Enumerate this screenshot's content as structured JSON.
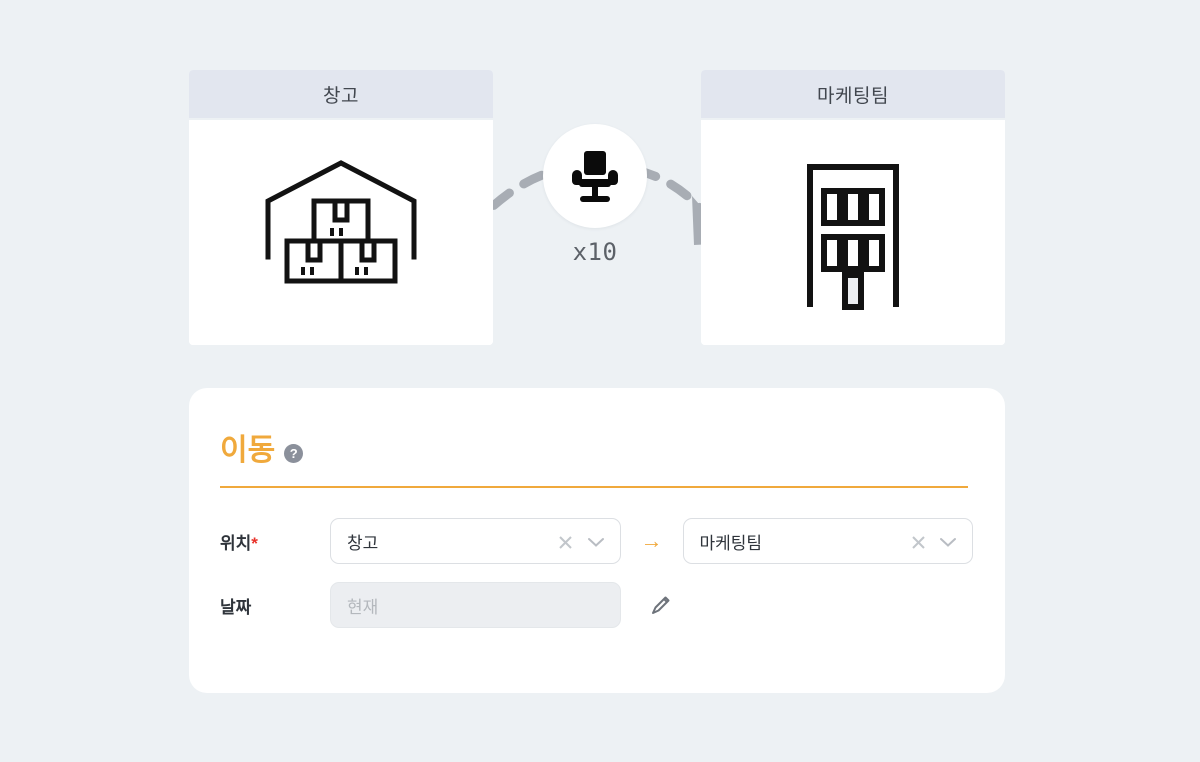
{
  "transfer": {
    "source": {
      "title": "창고",
      "icon": "warehouse-icon"
    },
    "destination": {
      "title": "마케팅팀",
      "icon": "office-building-icon"
    },
    "item": {
      "icon": "office-chair-icon",
      "quantity_label": "x10"
    },
    "flow_arrow": "dashed-curved-arrow"
  },
  "form": {
    "title": "이동",
    "help_icon": "help-circle-icon",
    "fields": {
      "location": {
        "label": "위치",
        "required_marker": "*",
        "from": {
          "value": "창고",
          "clear_icon": "close-icon",
          "caret_icon": "chevron-down-icon"
        },
        "arrow": "→",
        "to": {
          "value": "마케팅팀",
          "clear_icon": "close-icon",
          "caret_icon": "chevron-down-icon"
        }
      },
      "date": {
        "label": "날짜",
        "value": "",
        "placeholder": "현재",
        "edit_icon": "pencil-icon"
      }
    }
  },
  "colors": {
    "background": "#edf1f4",
    "card_header": "#e2e6ef",
    "accent_orange": "#f0a93c",
    "required_red": "#e8322a",
    "arrow_gray": "#a8adb4",
    "text_dark": "#2f343b"
  }
}
